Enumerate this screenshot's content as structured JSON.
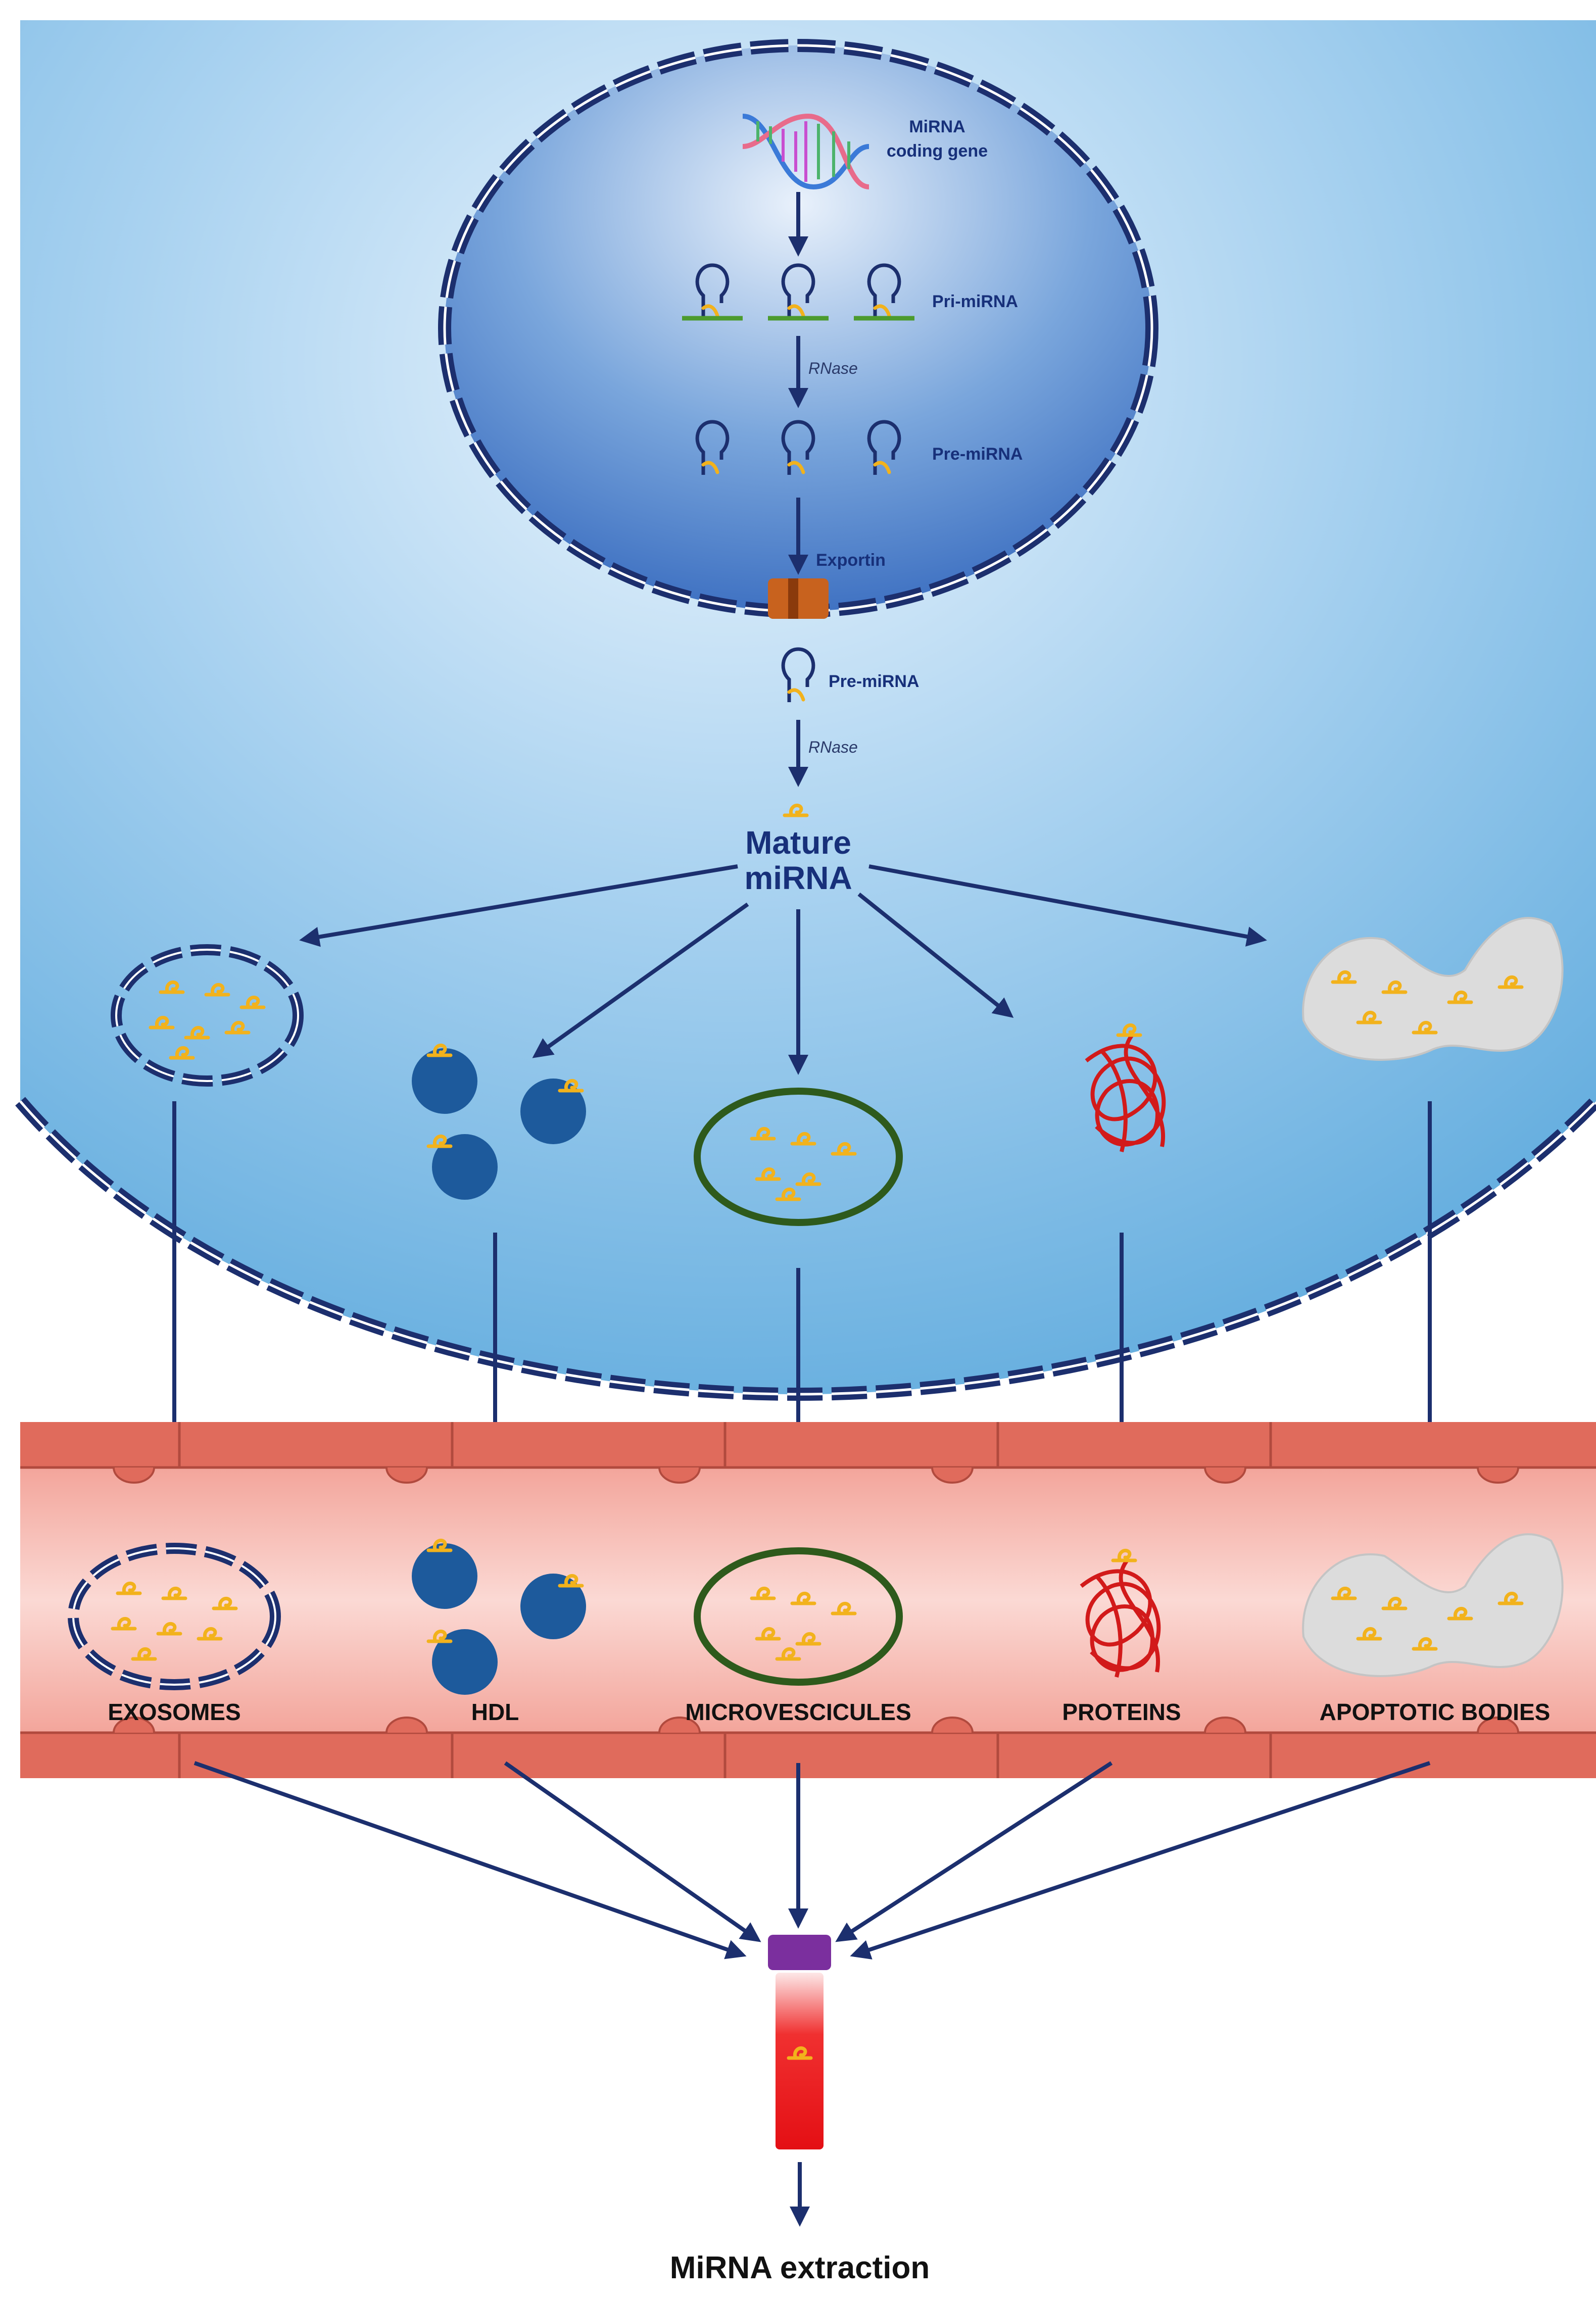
{
  "nucleus": {
    "gene_label_line1": "MiRNA",
    "gene_label_line2": "coding gene",
    "pri_label": "Pri-miRNA",
    "rnase_label_1": "RNase",
    "pre_label_1": "Pre-miRNA",
    "exportin_label": "Exportin"
  },
  "cytoplasm": {
    "pre_label_2": "Pre-miRNA",
    "rnase_label_2": "RNase",
    "mature_line1": "Mature",
    "mature_line2": "miRNA"
  },
  "carriers": {
    "exosomes": "EXOSOMES",
    "hdl": "HDL",
    "microvesicles": "MICROVESCICULES",
    "proteins": "PROTEINS",
    "apoptotic": "APOPTOTIC BODIES"
  },
  "final": {
    "extraction": "MiRNA extraction"
  },
  "colors": {
    "cell_blue": "#6fb3e2",
    "nucleus_blue": "#3f78c9",
    "membrane": "#1c2f6e",
    "mirna": "#f2b21c",
    "hdl": "#1d5a9c",
    "microvesicle_ring": "#2e5a1c",
    "protein": "#d21a1a",
    "apoptotic": "#dcdcdc",
    "vessel_wall": "#e06b5c",
    "vessel_lumen": "#f7b9b2",
    "tube_cap": "#7b2f9e",
    "tube": "#e8141a",
    "exportin": "#c8621e"
  }
}
